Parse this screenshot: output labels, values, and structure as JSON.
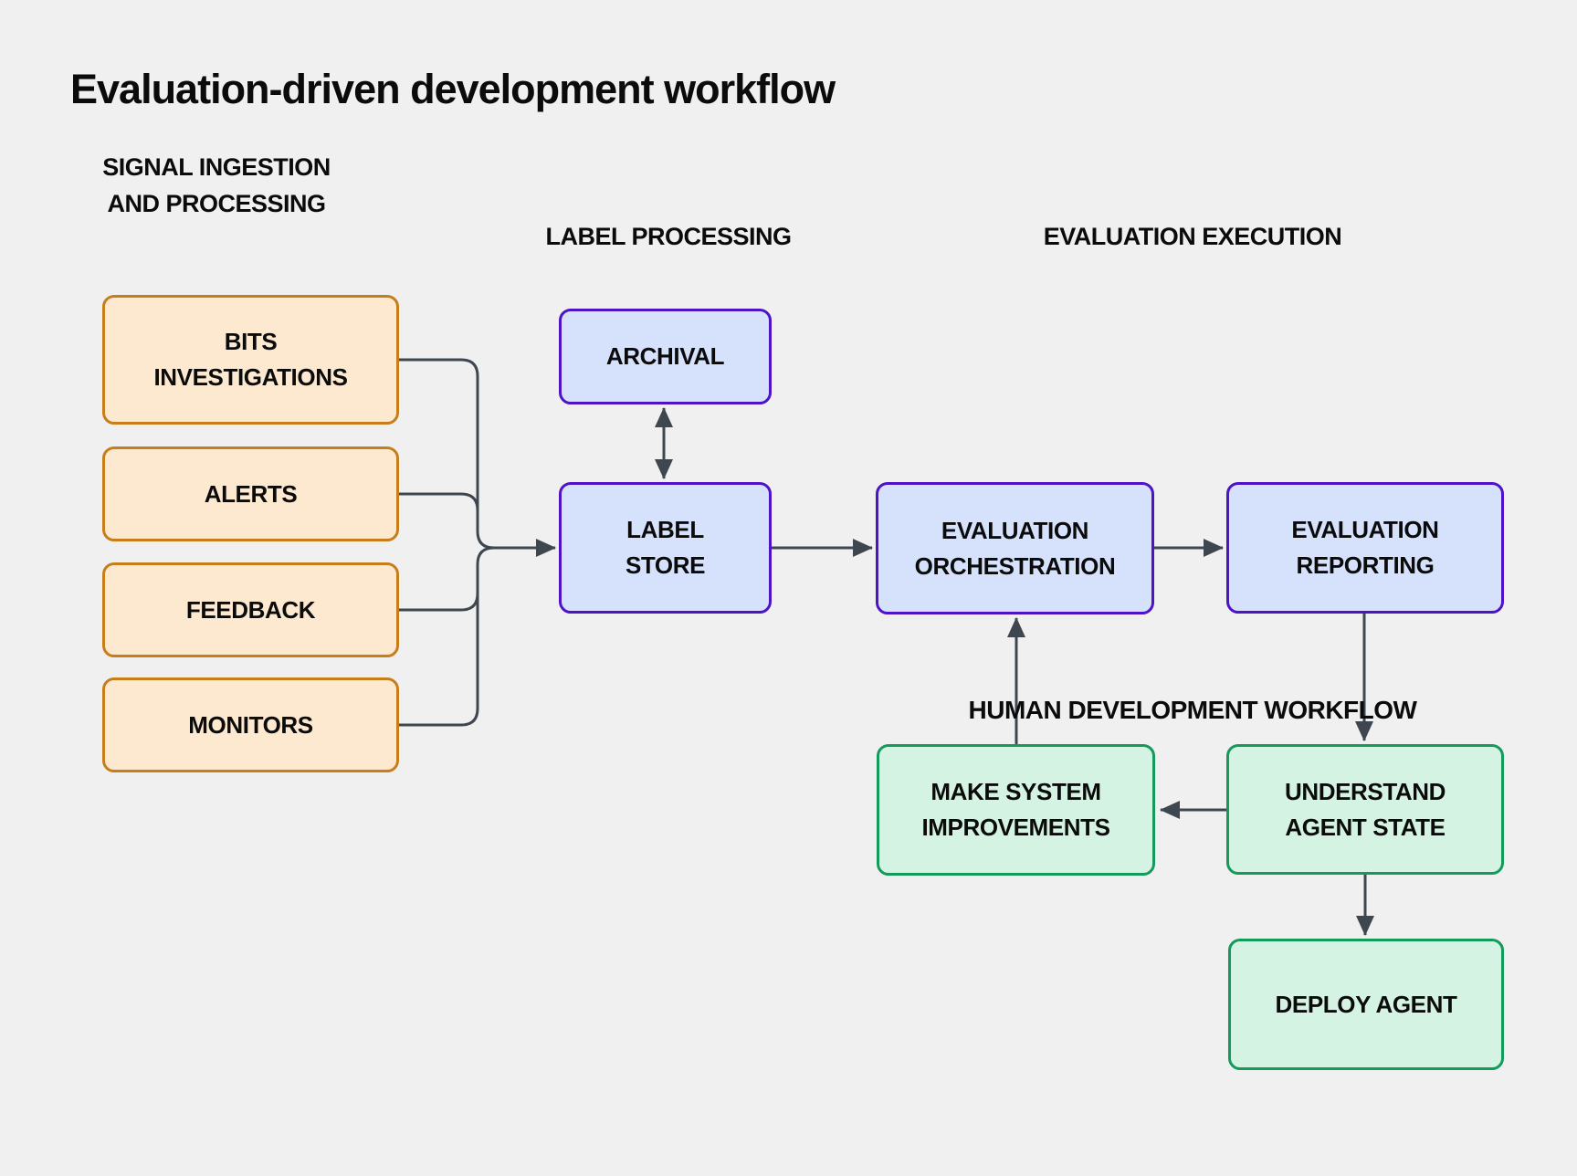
{
  "title": "Evaluation-driven development workflow",
  "headers": {
    "signal_processing": "SIGNAL INGESTION AND PROCESSING",
    "label_processing": "LABEL PROCESSING",
    "evaluation_execution": "EVALUATION EXECUTION",
    "human_development_workflow": "HUMAN DEVELOPMENT WORKFLOW"
  },
  "nodes": {
    "bits": {
      "label": "BITS INVESTIGATIONS"
    },
    "alerts": {
      "label": "ALERTS"
    },
    "feedback": {
      "label": "FEEDBACK"
    },
    "monitors": {
      "label": "MONITORS"
    },
    "archival": {
      "label": "ARCHIVAL"
    },
    "label_store": {
      "label": "LABEL STORE"
    },
    "eval_orchestration": {
      "label": "EVALUATION ORCHESTRATION"
    },
    "eval_reporting": {
      "label": "EVALUATION REPORTING"
    },
    "make_improvements": {
      "label": "MAKE SYSTEM IMPROVEMENTS"
    },
    "understand_state": {
      "label": "UNDERSTAND AGENT STATE"
    },
    "deploy_agent": {
      "label": "DEPLOY AGENT"
    }
  },
  "colors": {
    "background": "#f0f0f1",
    "text": "#0b0b0c",
    "arrow": "#3e474f",
    "orange_fill": "#fce9d0",
    "orange_border": "#c87d1b",
    "blue_fill": "#d6e2fc",
    "blue_border": "#4e13c6",
    "green_fill": "#d4f3e2",
    "green_border": "#149a5b"
  }
}
